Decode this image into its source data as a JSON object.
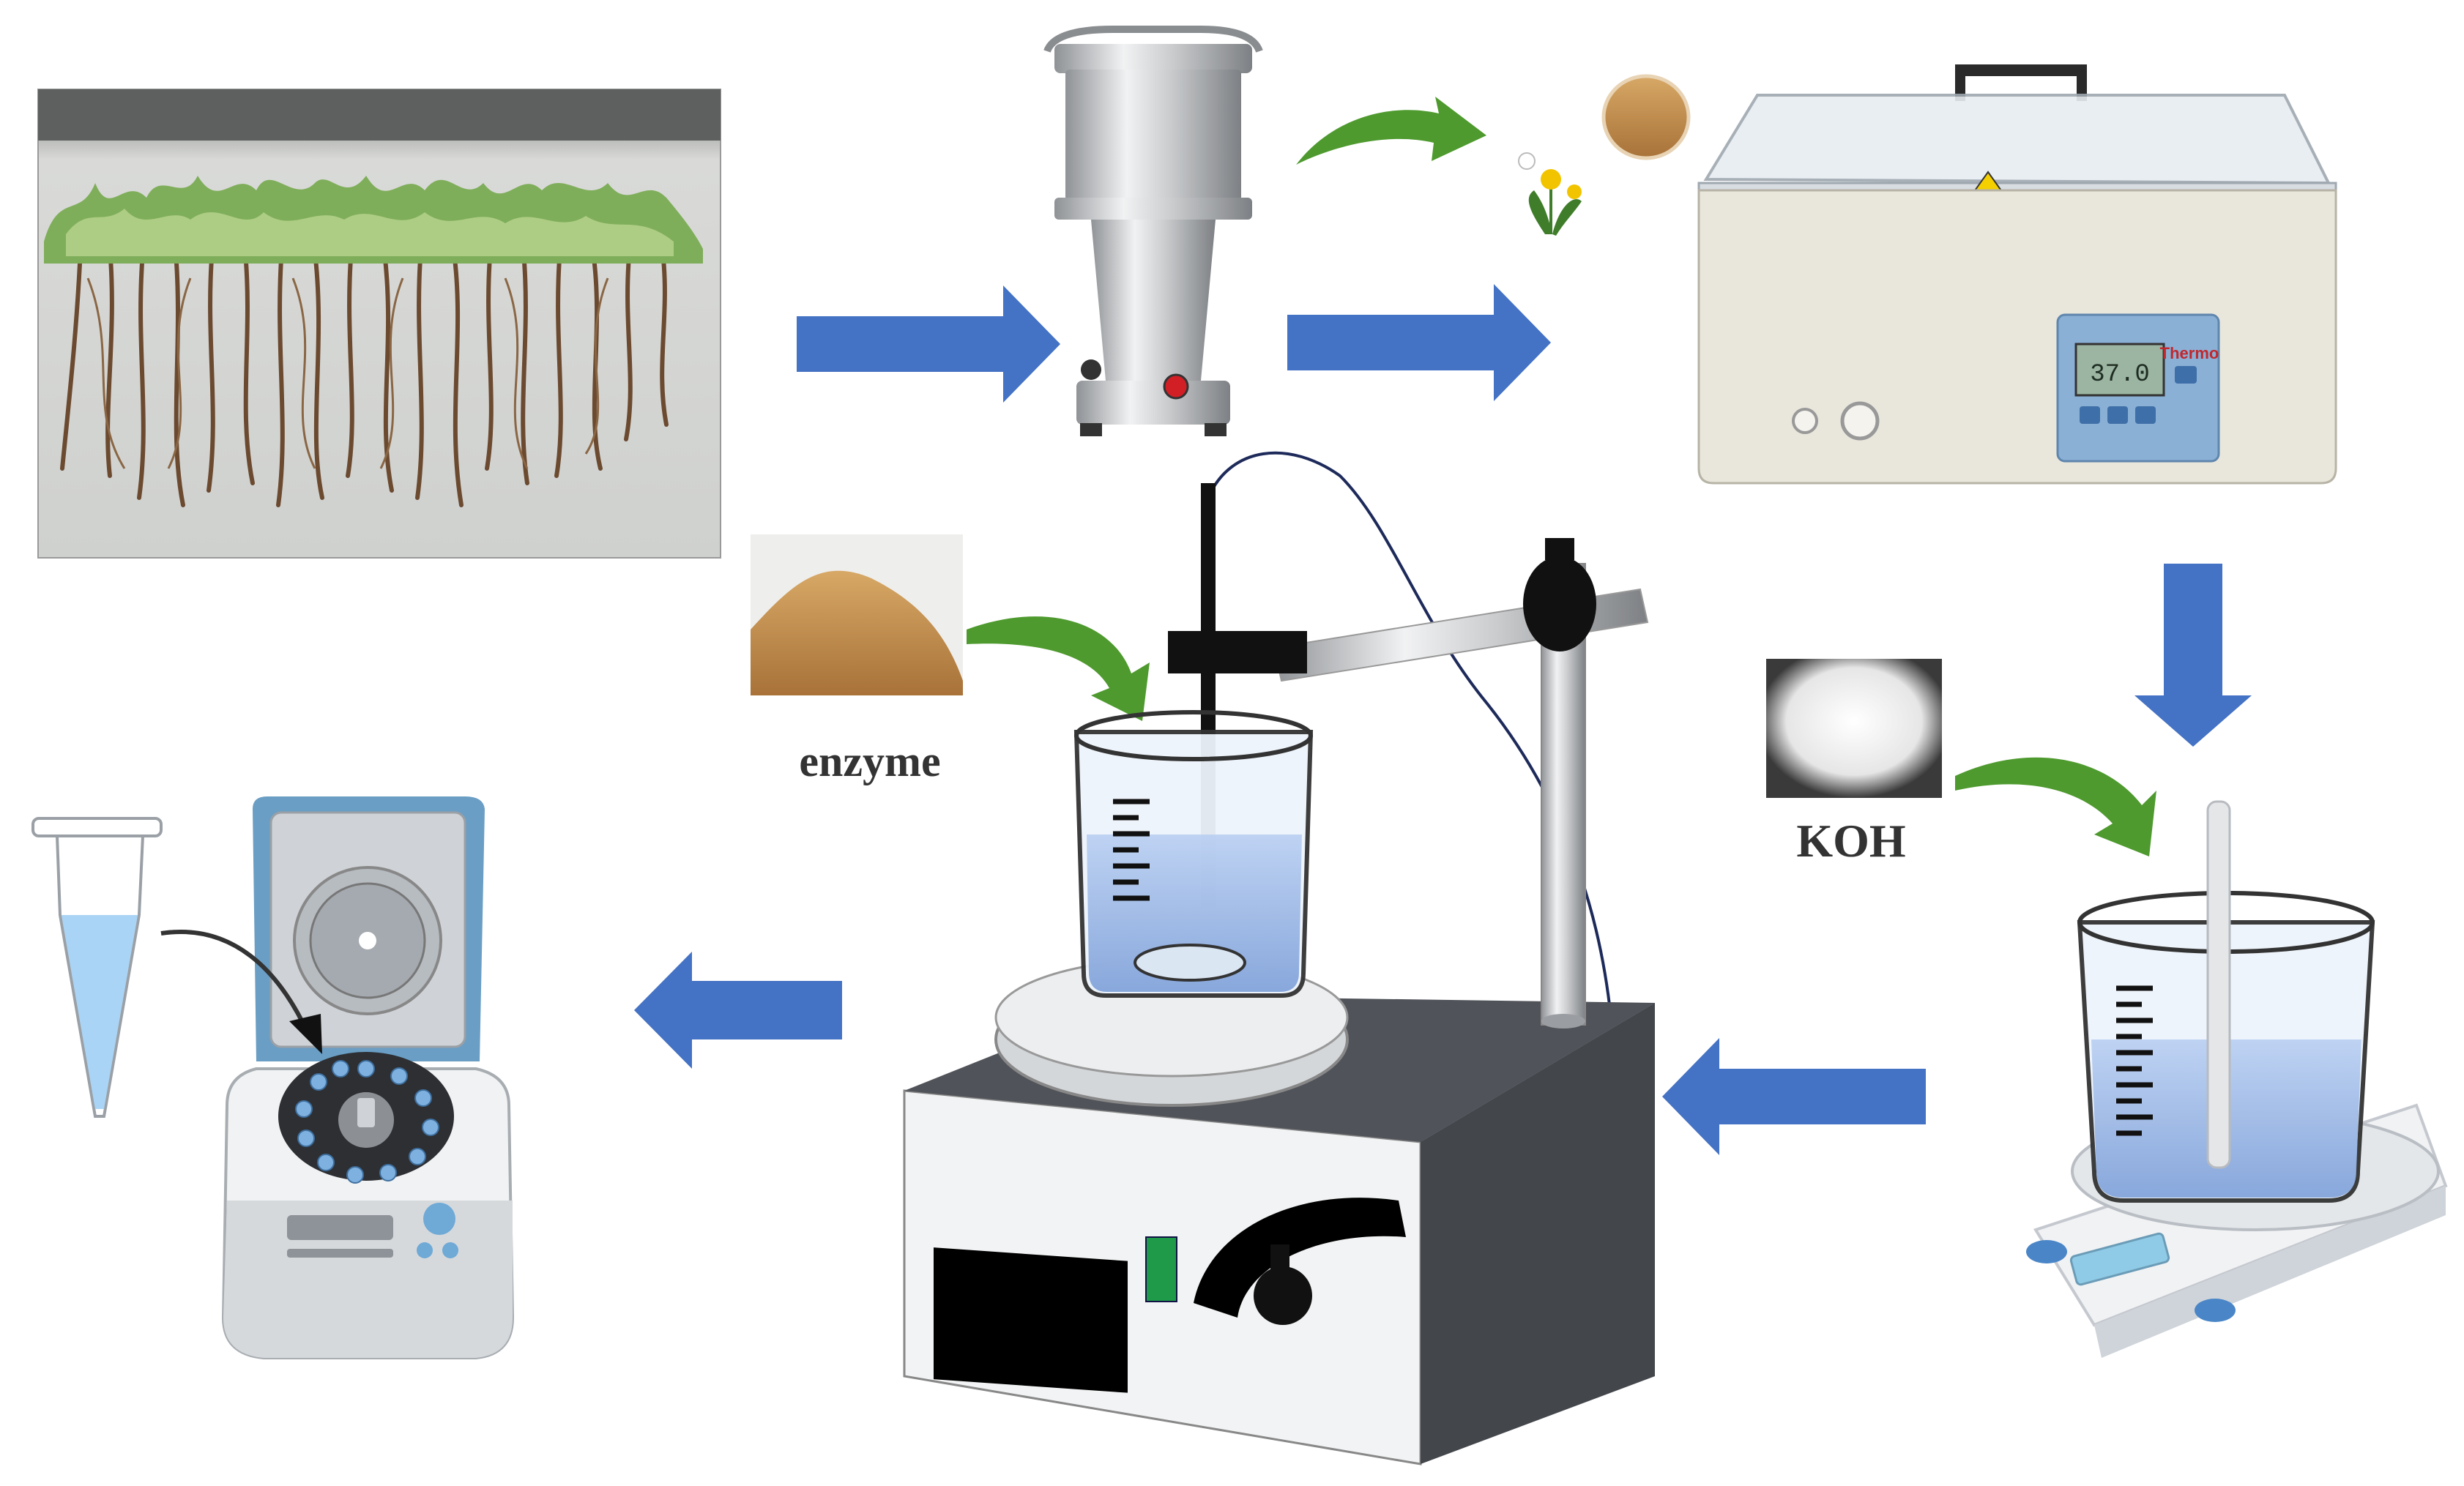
{
  "labels": {
    "enzyme": "enzyme",
    "koh": "KOH",
    "thermo_brand": "Thermo",
    "bath_display": "37.0"
  },
  "colors": {
    "flow_arrow": "#4472C4",
    "add_arrow": "#4E9A2E",
    "liquid": "#A9C4EE",
    "powder": "#B8864A",
    "centrifuge_lid": "#6A9EC4"
  },
  "steps": [
    {
      "name": "plant-roots-photo"
    },
    {
      "name": "grinder"
    },
    {
      "name": "plant-powder"
    },
    {
      "name": "water-bath"
    },
    {
      "name": "beaker-on-balance"
    },
    {
      "name": "magnetic-stirrer"
    },
    {
      "name": "centrifuge"
    }
  ]
}
